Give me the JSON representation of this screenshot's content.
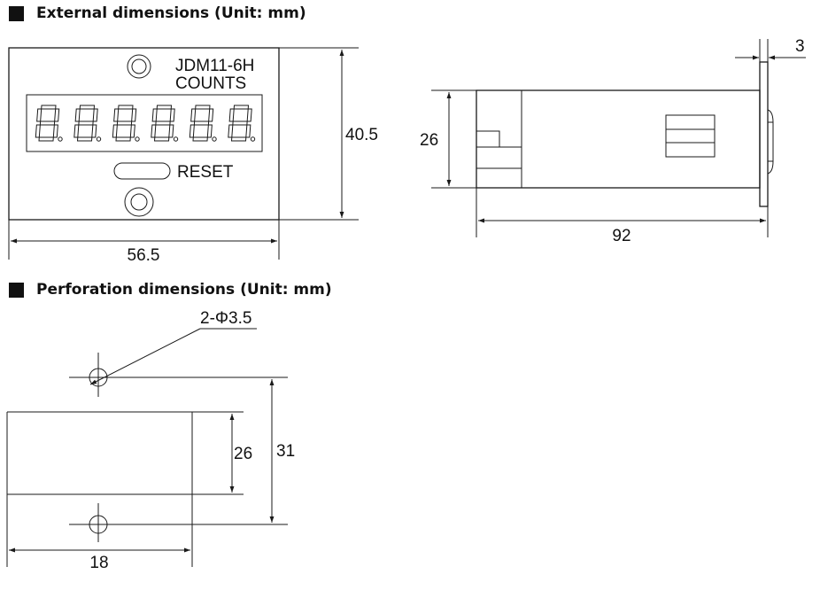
{
  "titles": {
    "external": "External dimensions (Unit: mm)",
    "perforation": "Perforation dimensions (Unit: mm)"
  },
  "front": {
    "model": "JDM11-6H",
    "mode": "COUNTS",
    "reset": "RESET",
    "digit_count": 6
  },
  "dims": {
    "front_width": "56.5",
    "front_height": "40.5",
    "side_height": "26",
    "side_length": "92",
    "panel_thickness": "3",
    "hole_label": "2-Φ3.5",
    "cut_height": "26",
    "hole_span": "31",
    "cut_width": "18"
  }
}
